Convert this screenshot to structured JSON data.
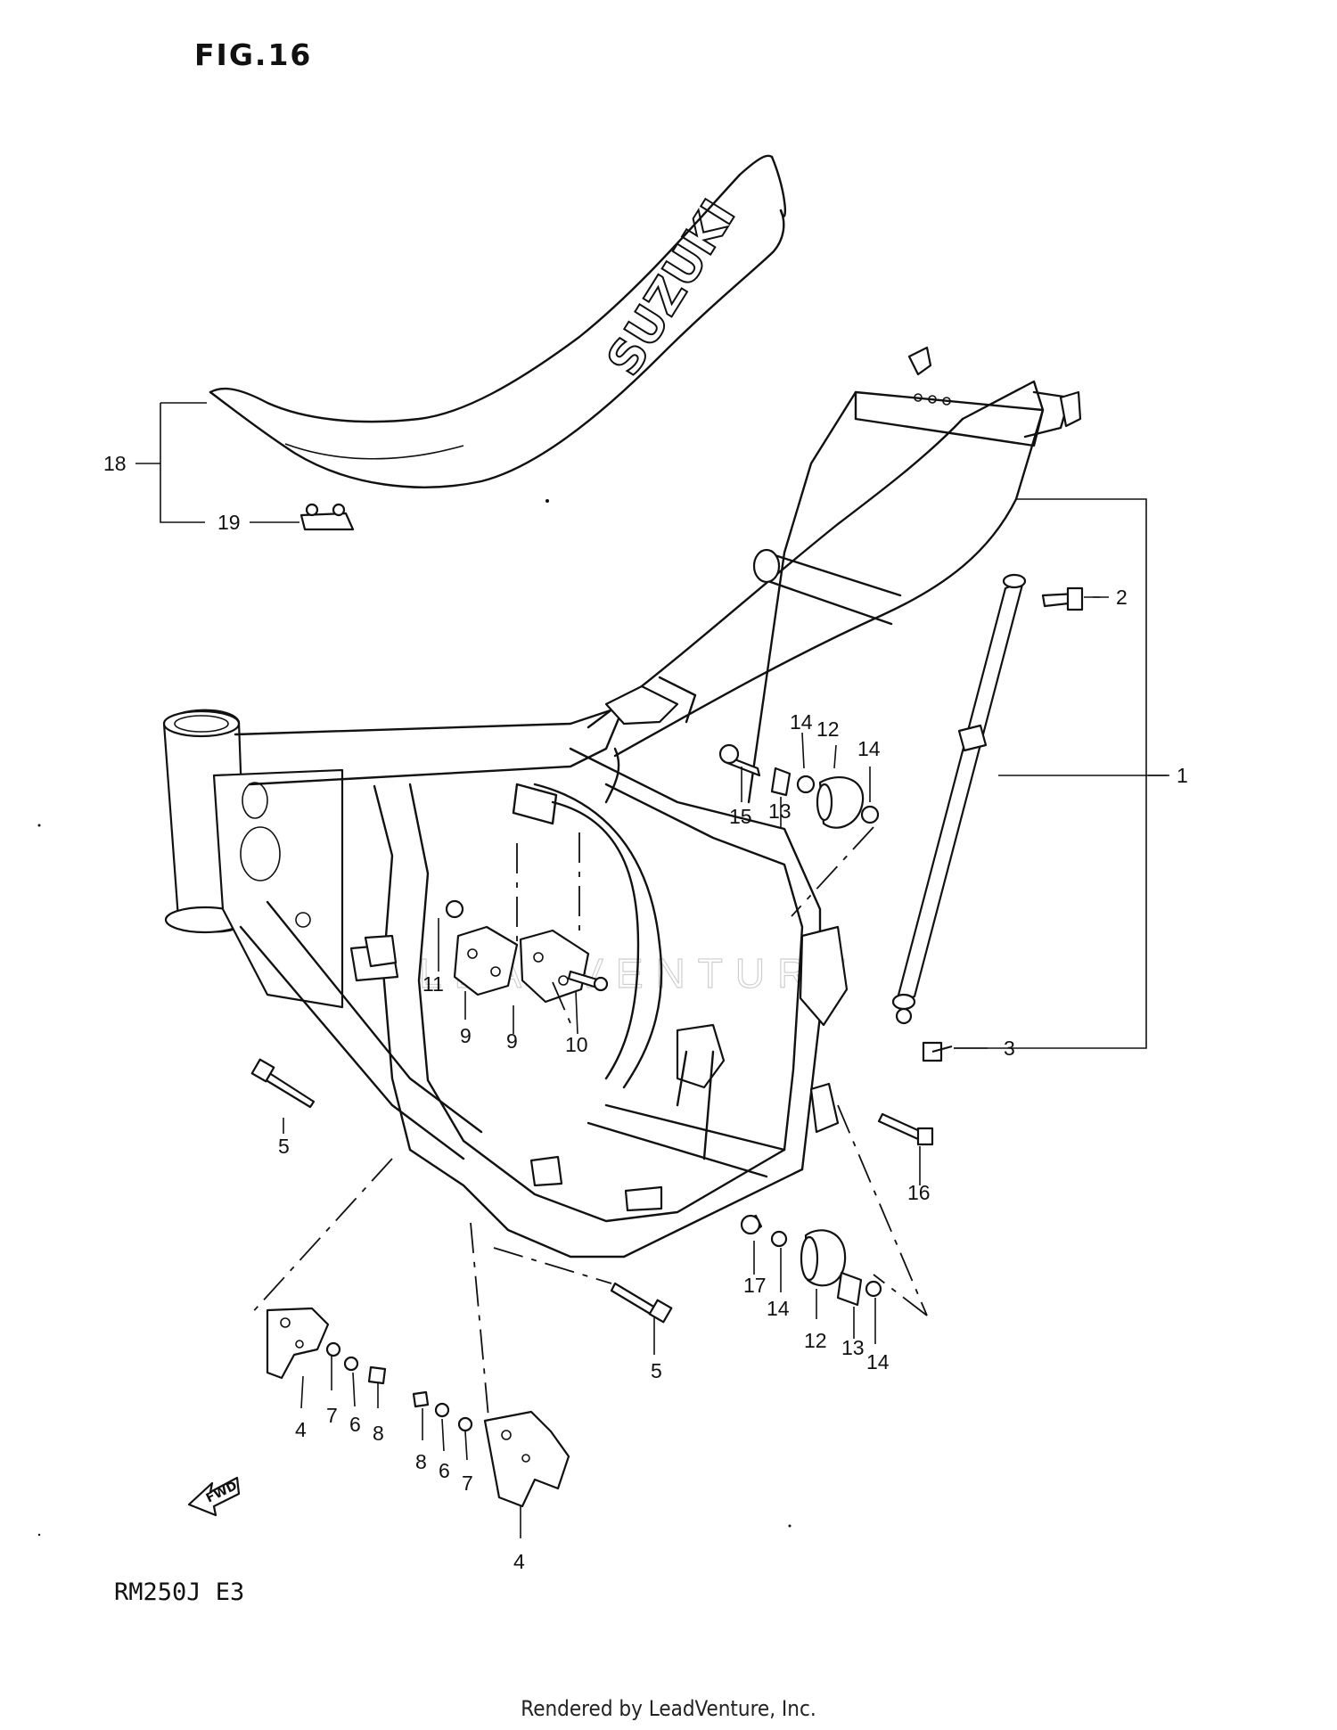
{
  "figure": {
    "title": "FIG.16",
    "model": "RM250J  E3"
  },
  "footer": {
    "credit": "Rendered by LeadVenture, Inc."
  },
  "watermark": {
    "text": "LEADVENTURE"
  },
  "seat": {
    "logo_text": "SUZUKI"
  },
  "fwd_arrow": {
    "text": "FWD"
  },
  "callouts": [
    {
      "id": "1",
      "text": "1"
    },
    {
      "id": "2",
      "text": "2"
    },
    {
      "id": "3",
      "text": "3"
    },
    {
      "id": "4a",
      "text": "4"
    },
    {
      "id": "4b",
      "text": "4"
    },
    {
      "id": "5a",
      "text": "5"
    },
    {
      "id": "5b",
      "text": "5"
    },
    {
      "id": "6a",
      "text": "6"
    },
    {
      "id": "6b",
      "text": "6"
    },
    {
      "id": "7a",
      "text": "7"
    },
    {
      "id": "7b",
      "text": "7"
    },
    {
      "id": "8a",
      "text": "8"
    },
    {
      "id": "8b",
      "text": "8"
    },
    {
      "id": "9a",
      "text": "9"
    },
    {
      "id": "9b",
      "text": "9"
    },
    {
      "id": "10",
      "text": "10"
    },
    {
      "id": "11",
      "text": "11"
    },
    {
      "id": "12a",
      "text": "12"
    },
    {
      "id": "12b",
      "text": "12"
    },
    {
      "id": "13a",
      "text": "13"
    },
    {
      "id": "13b",
      "text": "13"
    },
    {
      "id": "14a",
      "text": "14"
    },
    {
      "id": "14b",
      "text": "14"
    },
    {
      "id": "14c",
      "text": "14"
    },
    {
      "id": "14d",
      "text": "14"
    },
    {
      "id": "15",
      "text": "15"
    },
    {
      "id": "16",
      "text": "16"
    },
    {
      "id": "17",
      "text": "17"
    },
    {
      "id": "18",
      "text": "18"
    },
    {
      "id": "19",
      "text": "19"
    }
  ]
}
